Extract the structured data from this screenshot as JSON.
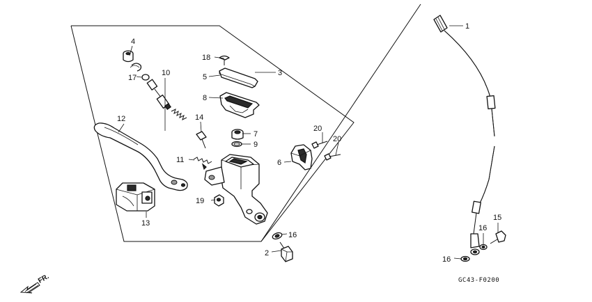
{
  "diagram": {
    "callouts": {
      "c1": "1",
      "c2": "2",
      "c3": "3",
      "c4": "4",
      "c5": "5",
      "c6": "6",
      "c7": "7",
      "c8": "8",
      "c9": "9",
      "c10": "10",
      "c11": "11",
      "c12": "12",
      "c13": "13",
      "c14": "14",
      "c15": "15",
      "c16a": "16",
      "c16b": "16",
      "c16c": "16",
      "c17": "17",
      "c18": "18",
      "c19": "19",
      "c20a": "20",
      "c20b": "20"
    },
    "direction_label": "FR.",
    "figure_code": "GC43-F0200"
  }
}
